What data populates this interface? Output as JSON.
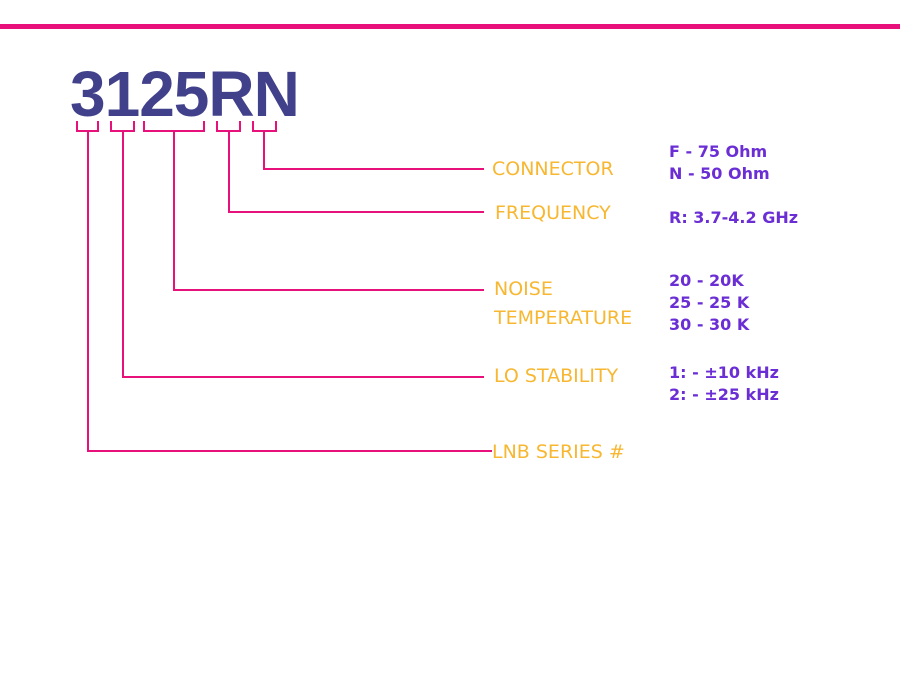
{
  "colors": {
    "accent_line": "#e8117c",
    "code_text": "#41408a",
    "label_text": "#f7b731",
    "option_text": "#6a2ed4"
  },
  "part_number": "3125RN",
  "fields": {
    "connector": {
      "label": "CONNECTOR",
      "options": [
        "F - 75 Ohm",
        "N - 50 Ohm"
      ]
    },
    "frequency": {
      "label": "FREQUENCY",
      "options": [
        "R: 3.7-4.2 GHz"
      ]
    },
    "noise_temperature": {
      "label_line1": "NOISE",
      "label_line2": "TEMPERATURE",
      "options": [
        "20 - 20K",
        "25 - 25 K",
        "30 - 30 K"
      ]
    },
    "lo_stability": {
      "label": "LO STABILITY",
      "options": [
        "1: - ±10 kHz",
        "2: - ±25 kHz"
      ]
    },
    "lnb_series": {
      "label": "LNB SERIES #"
    }
  }
}
